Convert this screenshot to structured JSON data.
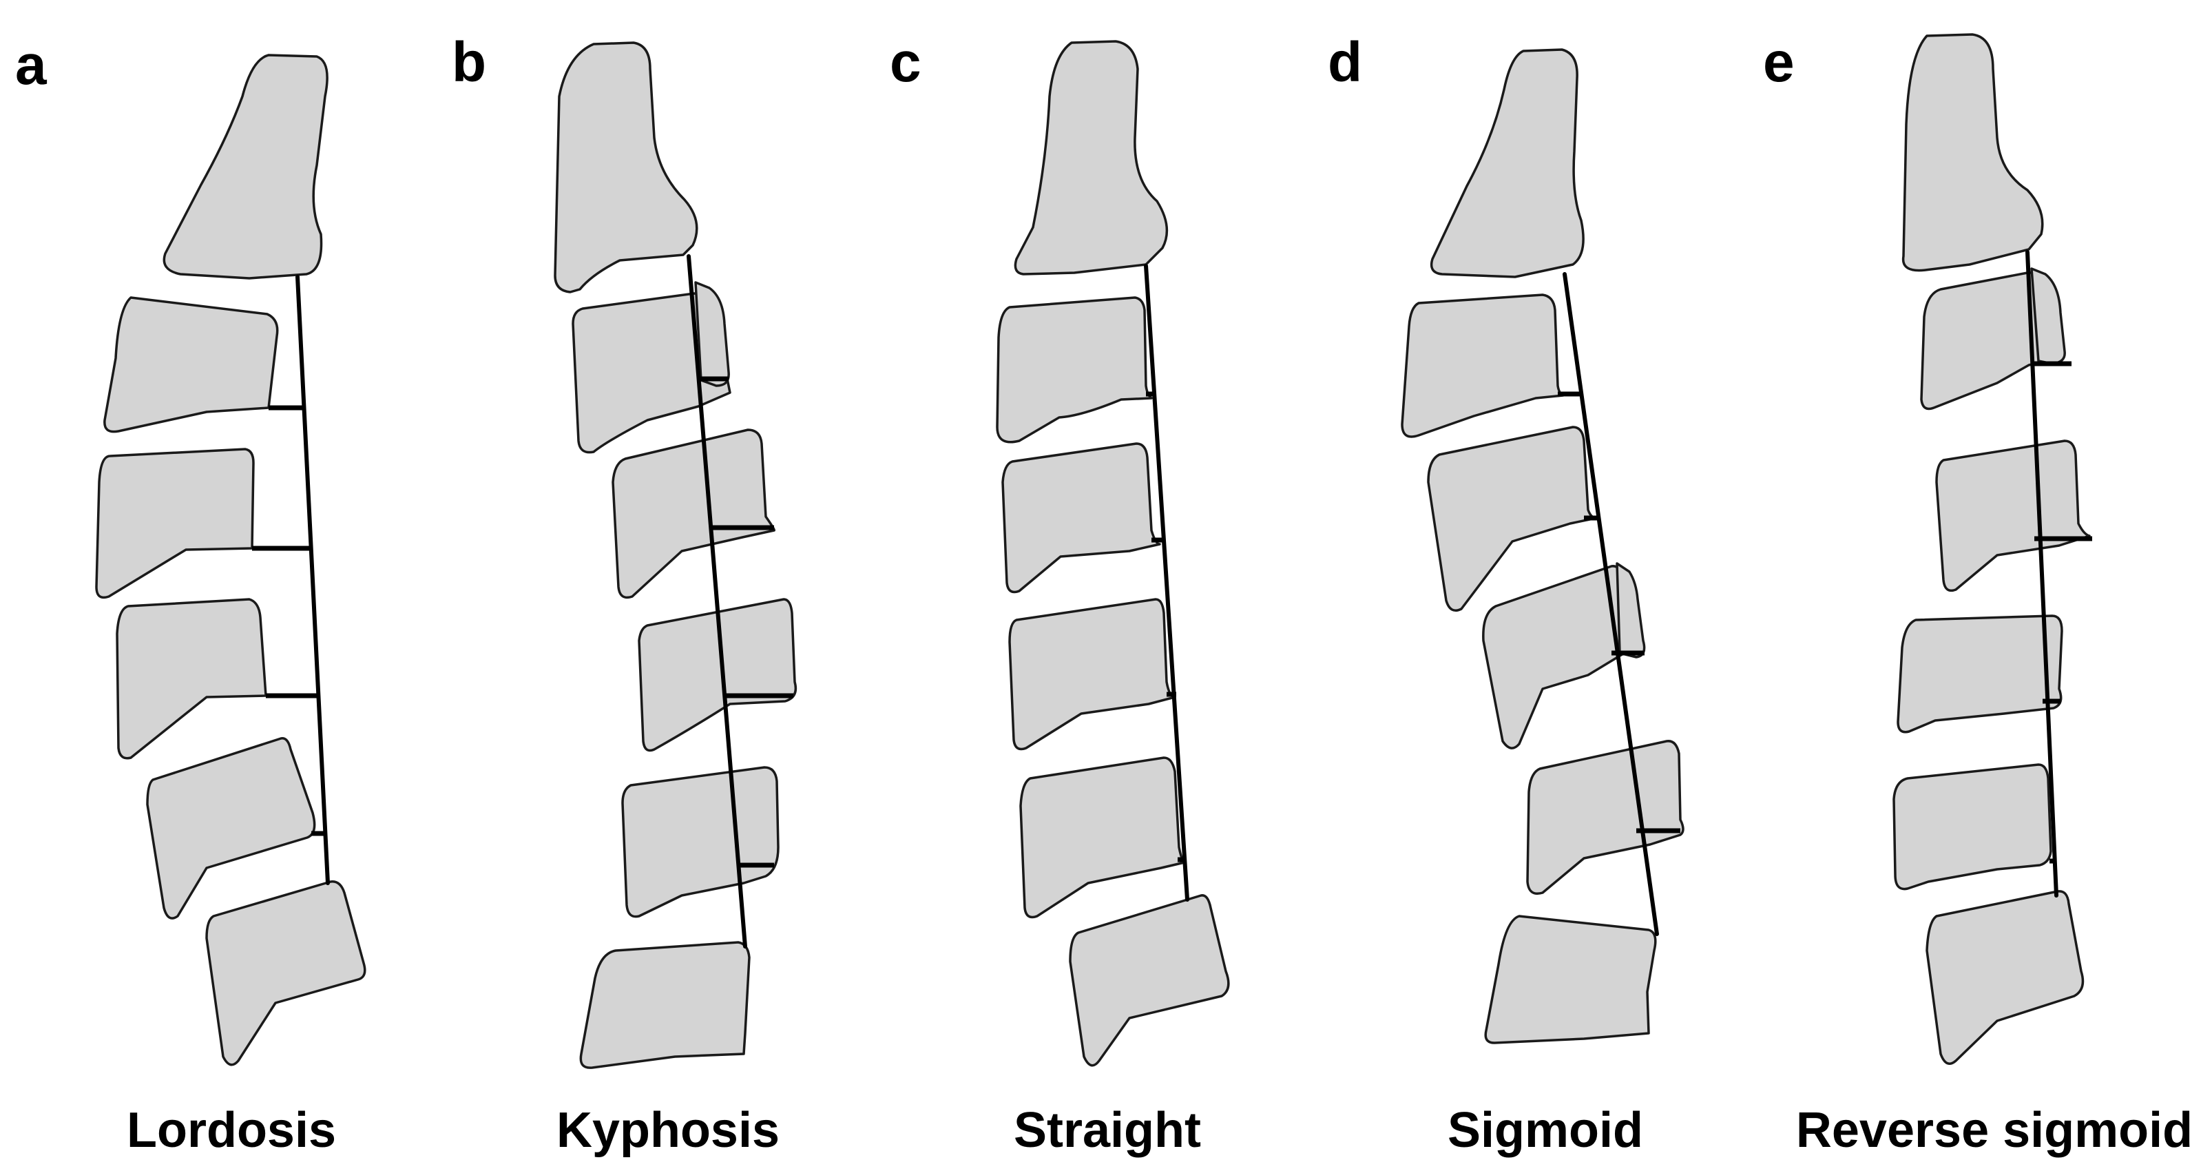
{
  "panels": [
    {
      "letter": "a",
      "caption": "Lordosis"
    },
    {
      "letter": "b",
      "caption": "Kyphosis"
    },
    {
      "letter": "c",
      "caption": "Straight"
    },
    {
      "letter": "d",
      "caption": "Sigmoid"
    },
    {
      "letter": "e",
      "caption": "Reverse sigmoid"
    }
  ],
  "colors": {
    "vertebra_fill": "#d4d4d4",
    "outline": "#1a1a1a",
    "line": "#000000",
    "background": "#ffffff"
  }
}
